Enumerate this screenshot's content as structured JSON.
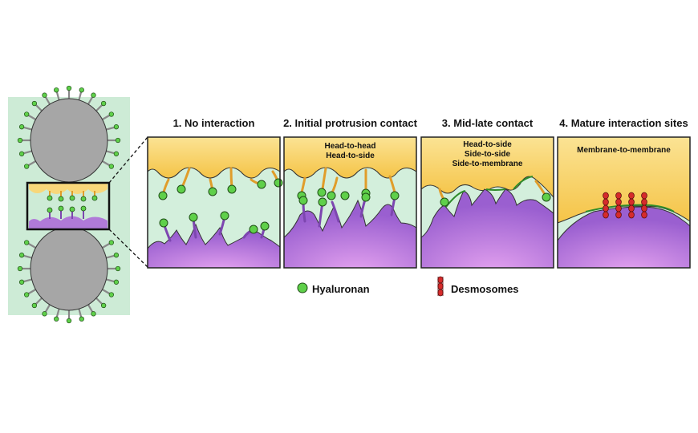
{
  "panels": [
    {
      "title": "1. No interaction",
      "text": []
    },
    {
      "title": "2. Initial protrusion contact",
      "text": [
        "Head-to-head",
        "Head-to-side"
      ]
    },
    {
      "title": "3. Mid-late contact",
      "text": [
        "Head-to-side",
        "Side-to-side",
        "Side-to-membrane"
      ]
    },
    {
      "title": "4. Mature interaction sites",
      "text": [
        "Membrane-to-membrane"
      ]
    }
  ],
  "legend": {
    "hyaluronan": "Hyaluronan",
    "desmosomes": "Desmosomes"
  },
  "colors": {
    "background_green": "#cdebd6",
    "panel_green": "#d3efdc",
    "upper_cell": "#f8d77a",
    "upper_protrusion": "#f0a830",
    "lower_cell": "#b07ad8",
    "lower_protrusion": "#8a4fbe",
    "hyaluronan": "#5fd04a",
    "desmosome": "#d62b2b",
    "cell_gray": "#a3a3a3"
  }
}
